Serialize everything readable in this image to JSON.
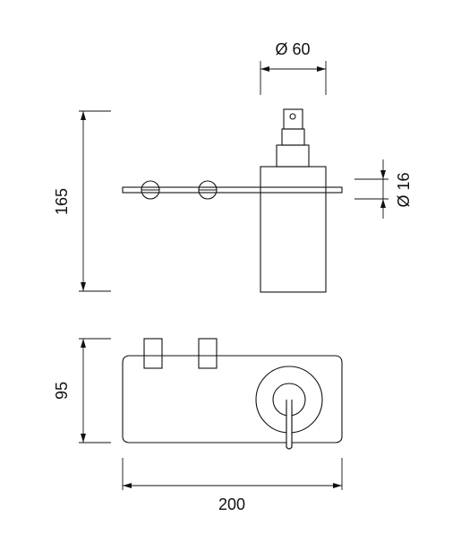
{
  "dimensions": {
    "dispenser_diameter": "Ø 60",
    "rod_diameter": "Ø 16",
    "height": "165",
    "depth": "95",
    "width": "200"
  },
  "colors": {
    "line": "#111111",
    "background": "#ffffff"
  }
}
